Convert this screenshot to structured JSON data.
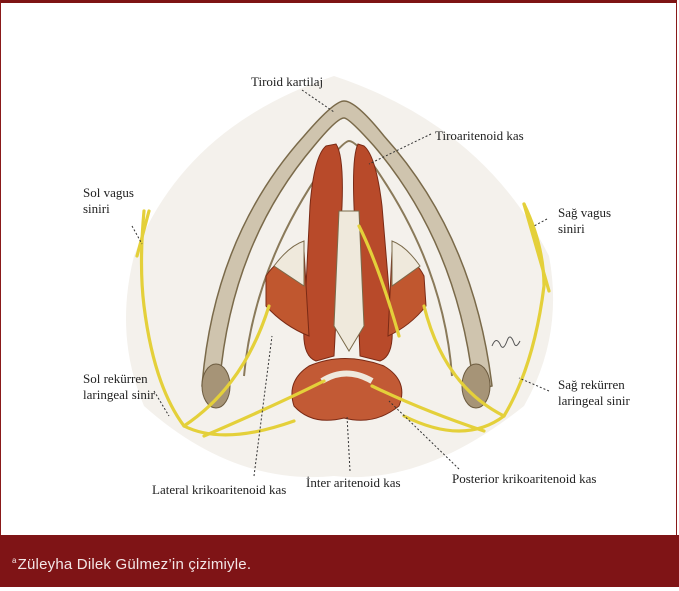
{
  "labels": {
    "tiroid_kartilaj": "Tiroid kartilaj",
    "tiroaritenoid": "Tiroaritenoid kas",
    "sol_vagus_1": "Sol vagus",
    "sol_vagus_2": "siniri",
    "sag_vagus_1": "Sağ vagus",
    "sag_vagus_2": "siniri",
    "sol_rekurren_1": "Sol rekürren",
    "sol_rekurren_2": "laringeal sinir",
    "sag_rekurren_1": "Sağ rekürren",
    "sag_rekurren_2": "laringeal sinir",
    "lateral": "Lateral krikoaritenoid kas",
    "inter": "İnter aritenoid kas",
    "posterior": "Posterior krikoaritenoid kas"
  },
  "caption": {
    "superscript": "a",
    "text": "Züleyha Dilek Gülmez’in çizimiyle."
  },
  "colors": {
    "caption_bg": "#7f1416",
    "muscle": "#b84a2a",
    "nerve": "#e4d03a",
    "cartilage": "#8a7a5a"
  }
}
